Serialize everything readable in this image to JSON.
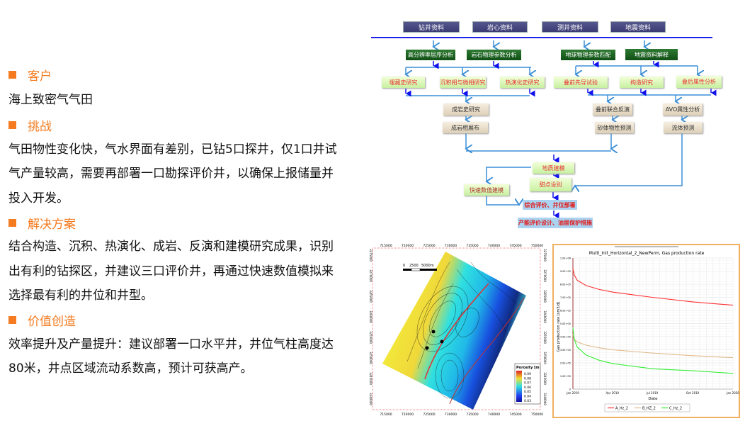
{
  "sections": [
    {
      "title": "客户",
      "body": "海上致密气气田"
    },
    {
      "title": "挑战",
      "body": "气田物性变化快，气水界面有差别，已钻5口探井，仅1口井试气产量较高，需要再部署一口勘探评价井，以确保上报储量并投入开发。"
    },
    {
      "title": "解决方案",
      "body": "结合构造、沉积、热演化、成岩、反演和建模研究成果，识别出有利的钻探区，并建议三口评价井，再通过快速数值模拟来选择最有利的井位和井型。"
    },
    {
      "title": "价值创造",
      "body": "效率提升及产量提升：建议部署一口水平井，井位气柱高度达80米，井点区域流动系数高，预计可获高产。"
    }
  ],
  "flow": {
    "sources": [
      "钻井资料",
      "岩心资料",
      "测井资料",
      "地震资料"
    ],
    "analysis": [
      "高分辨率层序分析",
      "岩石物理参数分析",
      "地球物理参数匹配",
      "地震资料解释"
    ],
    "studies": [
      "埋藏史研究",
      "沉积相与微相研究",
      "热演化史研究",
      "叠前先导试验",
      "构造研究",
      "叠后属性分析"
    ],
    "tan1": [
      "成岩史研究",
      "叠前联合反演",
      "AVO属性分析"
    ],
    "tan2": [
      "成岩相展布",
      "砂体物性预测",
      "流体预测"
    ],
    "geo_model": "地质建模",
    "sweet_spot": "甜点设别",
    "fast_sim": "快速数值建模",
    "eval": "综合评价、井位部署",
    "final": "产能评价设计、油层保护措施"
  },
  "map": {
    "x_ticks": [
      "715000",
      "720000",
      "725000",
      "730000",
      "735000",
      "740000",
      "745000",
      "750000"
    ],
    "y_ticks": [
      "3275000",
      "3270000",
      "3265000",
      "3260000",
      "3255000",
      "3250000",
      "3245000",
      "3240000"
    ],
    "scale": [
      "0",
      "2500",
      "5000m"
    ],
    "legend_title": "Porosity [m",
    "legend_ticks": [
      "0.09",
      "0.08",
      "0.07",
      "0.06",
      "0.05",
      "0.04",
      "0.03"
    ]
  },
  "chart_data": {
    "type": "line",
    "title": "Multi_Init_Horizontal_2_NewPerm, Gas production rate",
    "xlabel": "Date",
    "ylabel": "Gas production rate [sm3/d]",
    "x_days": [
      0,
      3,
      10,
      30,
      60,
      90,
      181,
      273,
      365
    ],
    "x_ticks": [
      {
        "day": 0,
        "label": "Jan 2019"
      },
      {
        "day": 90,
        "label": "Apr 2019"
      },
      {
        "day": 181,
        "label": "Jul 2019"
      },
      {
        "day": 273,
        "label": "Oct 2019"
      },
      {
        "day": 365,
        "label": "Jan 2020"
      }
    ],
    "ylim": [
      0,
      1000000
    ],
    "y_ticks": [
      {
        "v": 0,
        "label": "0"
      },
      {
        "v": 100000,
        "label": "1.0E+05"
      },
      {
        "v": 200000,
        "label": "2.0E+05"
      },
      {
        "v": 300000,
        "label": "3.0E+05"
      },
      {
        "v": 400000,
        "label": "4.0E+05"
      },
      {
        "v": 500000,
        "label": "5.0E+05"
      },
      {
        "v": 600000,
        "label": "6.0E+05"
      },
      {
        "v": 700000,
        "label": "7.0E+05"
      },
      {
        "v": 800000,
        "label": "8.0E+05"
      },
      {
        "v": 900000,
        "label": "9.0E+05"
      },
      {
        "v": 1000000,
        "label": "1.0E+06"
      }
    ],
    "series": [
      {
        "name": "A_Hz_2",
        "color": "#ff3030",
        "values": [
          920000,
          870000,
          830000,
          790000,
          760000,
          740000,
          700000,
          665000,
          640000
        ]
      },
      {
        "name": "B_HZ_2",
        "color": "#e0b888",
        "values": [
          420000,
          380000,
          360000,
          335000,
          315000,
          300000,
          275000,
          255000,
          240000
        ]
      },
      {
        "name": "C_Hz_2",
        "color": "#33ee33",
        "values": [
          470000,
          380000,
          320000,
          260000,
          220000,
          195000,
          155000,
          140000,
          120000
        ]
      }
    ],
    "grid": true,
    "legend": "bottom"
  }
}
